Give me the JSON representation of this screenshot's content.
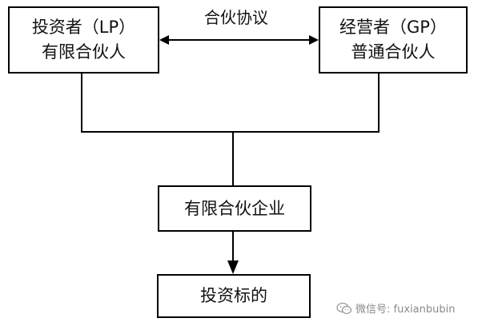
{
  "diagram": {
    "agreement_label": "合伙协议",
    "lp_box": {
      "line1": "投资者（LP）",
      "line2": "有限合伙人"
    },
    "gp_box": {
      "line1": "经营者（GP）",
      "line2": "普通合伙人"
    },
    "fund_box": {
      "label": "有限合伙企业"
    },
    "target_box": {
      "label": "投资标的"
    }
  },
  "watermark": {
    "text": "微信号: fuxianbubin",
    "icon": "wechat-icon"
  }
}
